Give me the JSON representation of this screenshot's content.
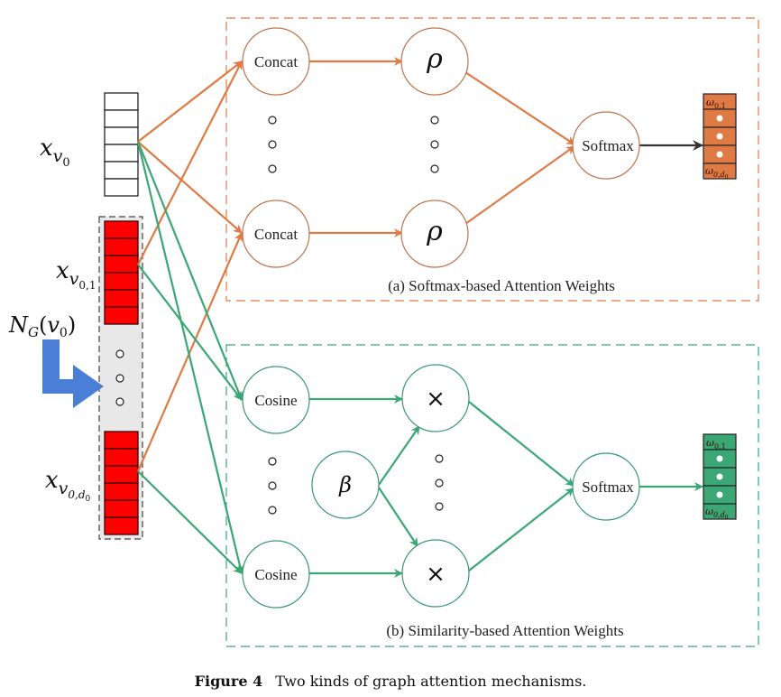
{
  "figure": {
    "caption_label": "Figure 4",
    "caption_text": "Two kinds of graph attention mechanisms."
  },
  "inputs": {
    "x_v0": {
      "base": "x",
      "sub": "v",
      "subsub": "0",
      "cells": 6,
      "fill": "#ffffff"
    },
    "x_v01": {
      "base": "x",
      "sub": "v",
      "subsub": "0,1",
      "cells": 6,
      "fill": "#ff0000"
    },
    "x_v0d0": {
      "base": "x",
      "sub": "v",
      "subsub": "0,d",
      "subsubsub": "0",
      "cells": 6,
      "fill": "#ff0000"
    },
    "neighborhood_label": {
      "base": "N",
      "sub": "G",
      "arg": "(v",
      "argsub": "0",
      "close": ")"
    },
    "neighborhood_fill": "#e8e8e8",
    "arrow_color": "#4a7fd8"
  },
  "panel_a": {
    "label": "(a) Softmax-based Attention Weights",
    "color": "#e07a45",
    "nodes": {
      "concat_top": "Concat",
      "concat_bottom": "Concat",
      "rho_top": "ρ",
      "rho_bottom": "ρ",
      "softmax": "Softmax"
    },
    "output": {
      "fill": "#e07a45",
      "top_label": {
        "base": "ω",
        "sub": "0,1"
      },
      "bottom_label": {
        "base": "ω",
        "sub": "0,d",
        "subsub": "0"
      }
    },
    "output_arrow_color": "#333333"
  },
  "panel_b": {
    "label": "(b) Similarity-based Attention Weights",
    "color": "#3aa774",
    "nodes": {
      "cosine_top": "Cosine",
      "cosine_bottom": "Cosine",
      "times_top": "×",
      "times_bottom": "×",
      "beta": "β",
      "softmax": "Softmax"
    },
    "output": {
      "fill": "#3aa774",
      "top_label": {
        "base": "ω",
        "sub": "0,1"
      },
      "bottom_label": {
        "base": "ω",
        "sub": "0,d",
        "subsub": "0"
      }
    }
  }
}
